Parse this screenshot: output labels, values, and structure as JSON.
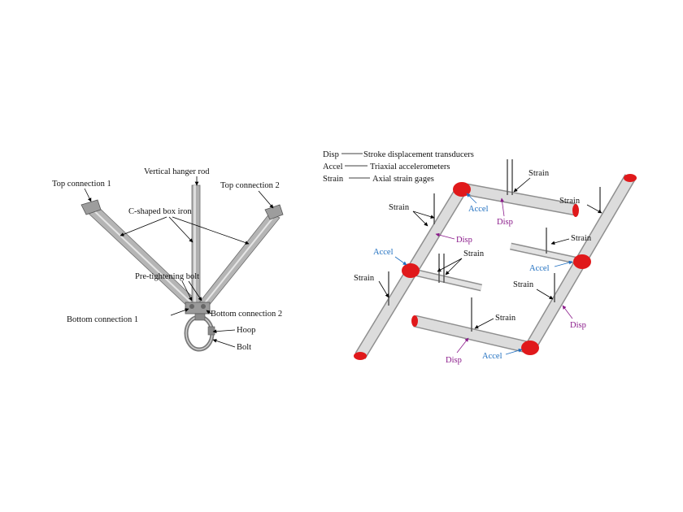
{
  "left_figure": {
    "labels": {
      "top_connection_1": "Top connection 1",
      "vertical_hanger_rod": "Vertical hanger rod",
      "top_connection_2": "Top connection 2",
      "c_shaped_box_iron": "C-shaped box iron",
      "pre_tightening_bolt": "Pre-tightening bolt",
      "bottom_connection_1": "Bottom connection 1",
      "bottom_connection_2": "Bottom connection 2",
      "hoop": "Hoop",
      "bolt": "Bolt"
    }
  },
  "right_figure": {
    "legend": [
      {
        "abbr": "Disp",
        "desc": "Stroke displacement transducers"
      },
      {
        "abbr": "Accel",
        "desc": "Triaxial accelerometers"
      },
      {
        "abbr": "Strain",
        "desc": "Axial strain gages"
      }
    ],
    "labels": {
      "strain": "Strain",
      "accel": "Accel",
      "disp": "Disp"
    }
  },
  "colors": {
    "pipe_fill": "#d9d9d9",
    "pipe_stroke": "#8f8f8f",
    "elbow_red": "#e0191b",
    "accel_blue": "#1f6fc0",
    "disp_purple": "#8a1a8a",
    "steel": "#9a9a9a"
  }
}
